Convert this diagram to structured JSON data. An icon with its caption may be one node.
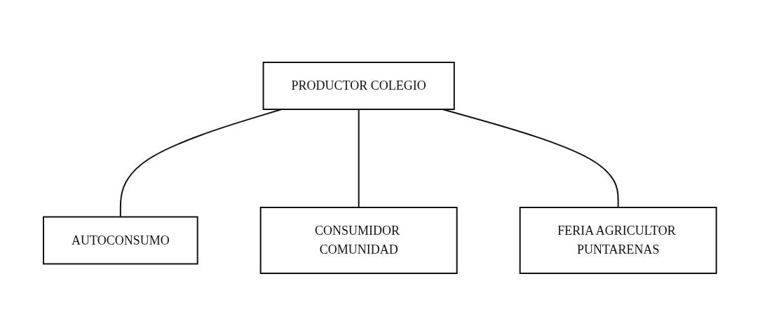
{
  "diagram": {
    "nodes": [
      {
        "text": [
          "PRODUCTOR COLEGIO"
        ]
      },
      {
        "text": [
          "AUTOCONSUMO"
        ]
      },
      {
        "text": [
          "CONSUMIDOR COMUNIDAD"
        ]
      },
      {
        "text": [
          "FERIA AGRICULTOR PUNTARENAS"
        ]
      }
    ],
    "edges": [
      {
        "from": 0,
        "to": 1,
        "arrow": "none"
      },
      {
        "from": 0,
        "to": 2,
        "arrow": "none"
      },
      {
        "from": 0,
        "to": 3,
        "arrow": "none"
      }
    ]
  }
}
